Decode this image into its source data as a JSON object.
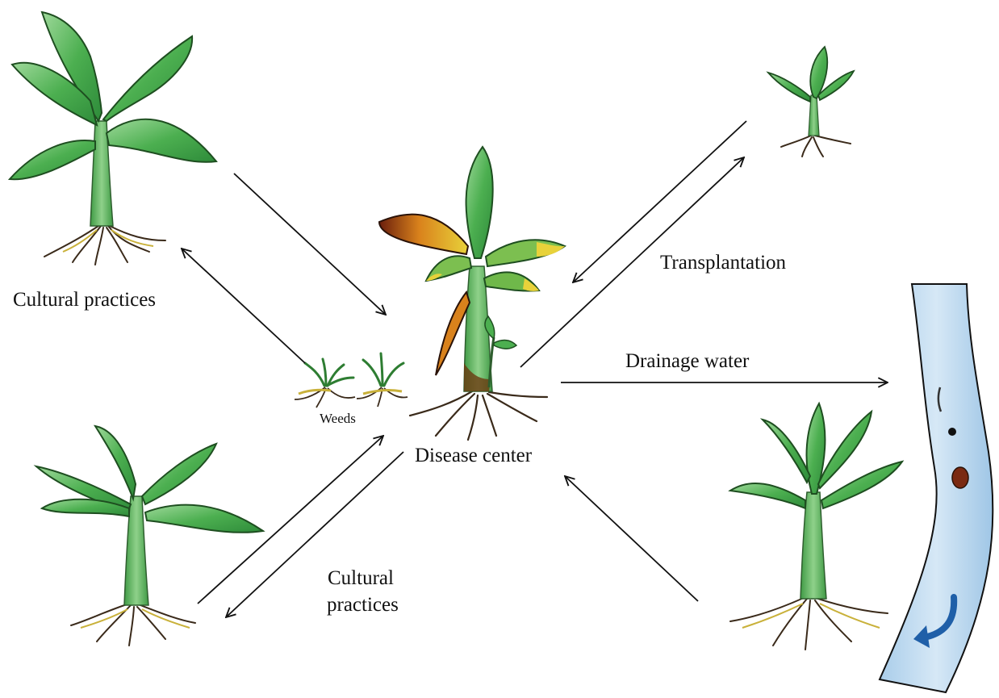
{
  "labels": {
    "cultural_practices_top": "Cultural practices",
    "cultural_practices_bottom_line1": "Cultural",
    "cultural_practices_bottom_line2": "practices",
    "weeds": "Weeds",
    "disease_center": "Disease center",
    "transplantation": "Transplantation",
    "drainage_water": "Drainage water"
  },
  "colors": {
    "leaf": "#4caf50",
    "leaf_light": "#8fd18a",
    "leaf_dark": "#2e7d32",
    "stem": "#6cc06a",
    "root": "#3a2a1a",
    "root_yellow": "#c9b13a",
    "diseased_orange": "#e08a1a",
    "diseased_brown": "#7a2a12",
    "diseased_yellow": "#e8d23a",
    "water": "#bcd8ef",
    "water_arrow": "#1f5fa8",
    "arrow": "#111111"
  },
  "icons": {
    "healthy_plant": "banana-plant-icon",
    "diseased_plant": "diseased-banana-plant-icon",
    "seedling": "seedling-icon",
    "weed": "weed-icon",
    "stream": "stream-icon",
    "flow_arrow": "flow-arrow-icon"
  }
}
